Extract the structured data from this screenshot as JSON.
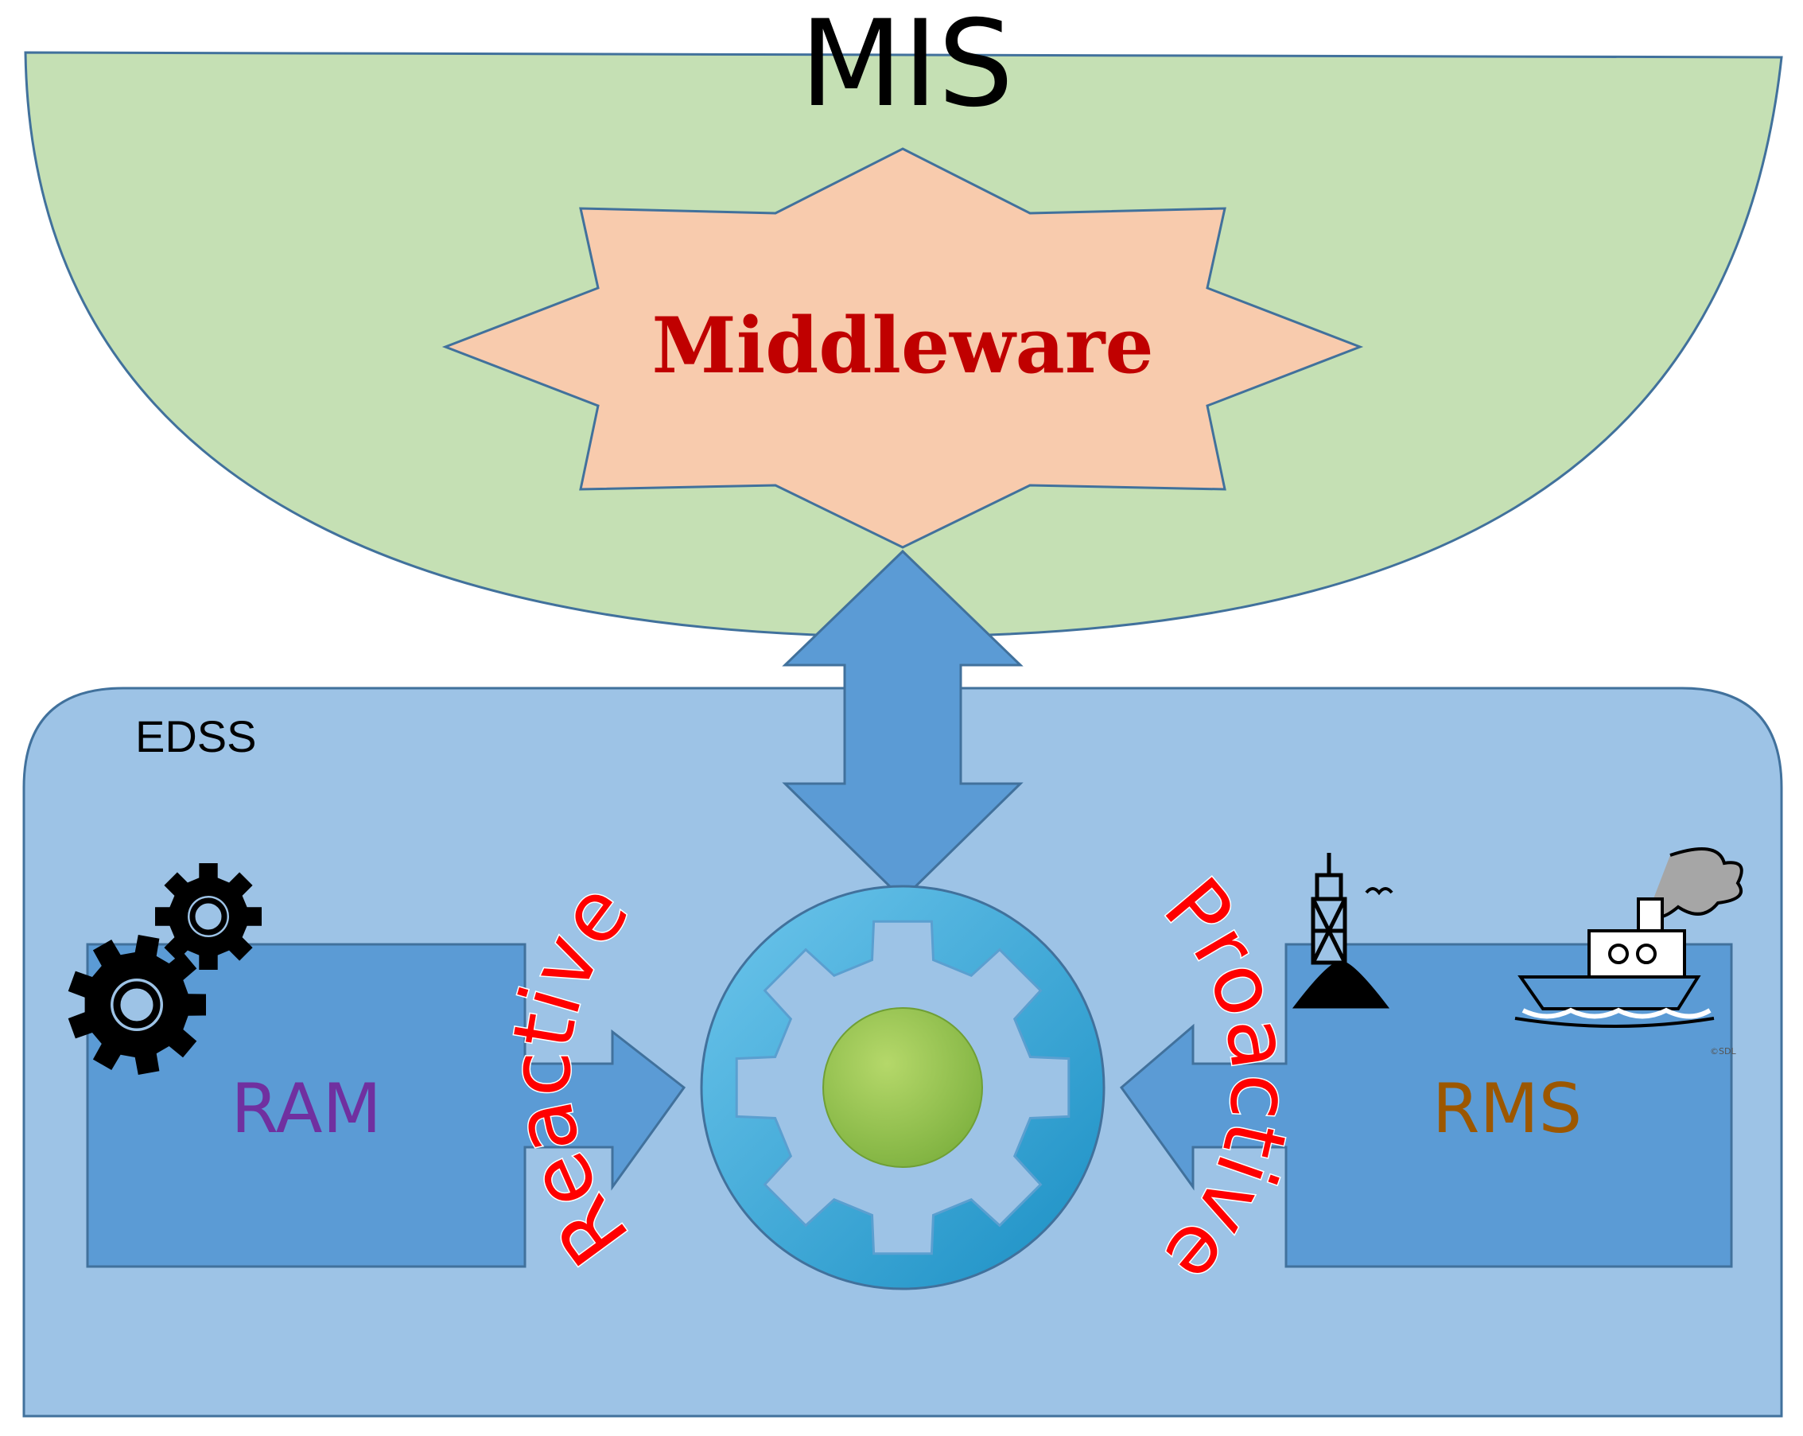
{
  "mis": {
    "label": "MIS",
    "color": "#c5e0b4"
  },
  "middleware": {
    "label": "Middleware",
    "color": "#f8cbad",
    "text_color": "#c00000"
  },
  "edss": {
    "label": "EDSS",
    "color": "#9dc3e6"
  },
  "ram": {
    "label": "RAM",
    "text_color": "#7030a0",
    "color": "#5b9bd5"
  },
  "rms": {
    "label": "RMS",
    "text_color": "#9c5700",
    "color": "#5b9bd5",
    "copyright": "©SDL"
  },
  "arc_labels": {
    "left": "Reactive",
    "right": "Proactive",
    "color": "#ff0000"
  },
  "icons": {
    "left": "gears-icon",
    "center": "cog-icon",
    "buoy": "buoy-icon",
    "bird": "bird-icon",
    "ship": "steamship-icon"
  }
}
